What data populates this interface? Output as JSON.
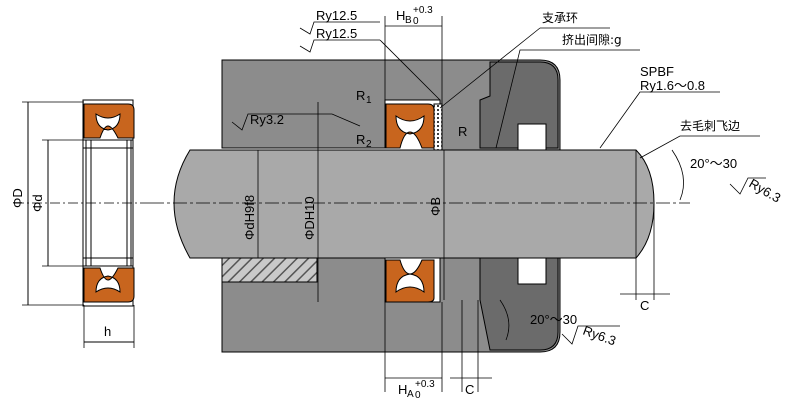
{
  "colors": {
    "housing": "#8c8c8c",
    "housing_dark": "#6b6b6b",
    "rod": "#a9a9a9",
    "seal": "#c8651e",
    "line": "#000000",
    "background": "#ffffff"
  },
  "labels": {
    "roughness_top_1": "Ry12.5",
    "roughness_top_2": "Ry12.5",
    "hb_tol": "H",
    "hb_sub": "B",
    "hb_upper": "+0.3",
    "hb_lower": "0",
    "support_ring": "支承环",
    "extrusion_gap": "挤出间隙:g",
    "spbf": "SPBF",
    "ry_rod": "Ry1.6～0.8",
    "deburr": "去毛刺飞边",
    "angle_rod": "20°～30",
    "ry_rod_end": "Ry6.3",
    "r1": "R",
    "r1_sub": "1",
    "r2": "R",
    "r2_sub": "2",
    "r": "R",
    "ry_bore": "Ry3.2",
    "dh9": "ΦdH9f8",
    "dh10": "ΦDH10",
    "b": "ΦB",
    "c_bottom": "C",
    "c_right": "C",
    "angle_housing": "20°～30",
    "ry_housing": "Ry6.3",
    "ha_tol": "H",
    "ha_sub": "A",
    "ha_upper": "+0.3",
    "ha_lower": "0",
    "phi_D": "ΦD",
    "phi_d": "Φd",
    "h": "h"
  }
}
